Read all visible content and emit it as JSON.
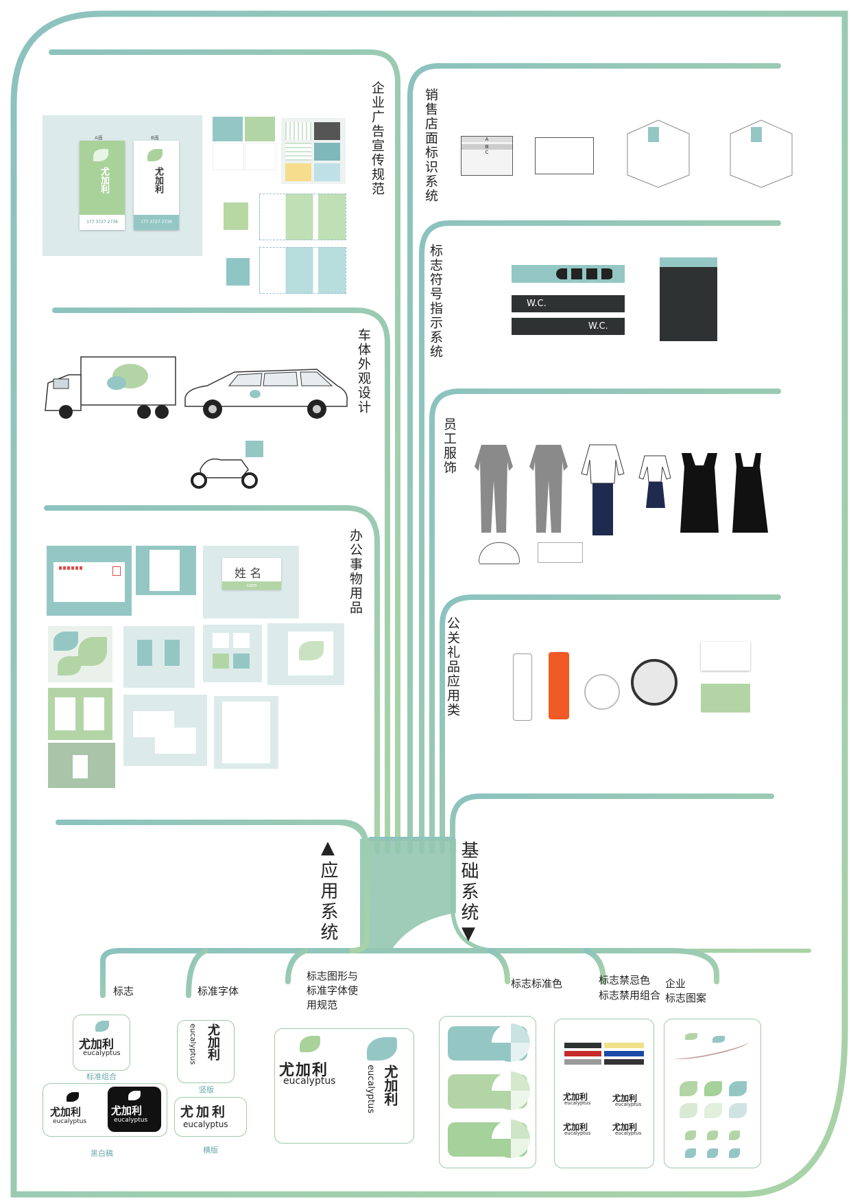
{
  "branches_top": {
    "ad": "企业广告宣传规范",
    "store": "销售店面标识系统",
    "vehicle": "车体外观设计",
    "sign": "标志符号指示系统",
    "uniform": "员工服饰",
    "office": "办公事物用品",
    "gift": "公关礼品应用类"
  },
  "trunk": {
    "application": "▲应用系统",
    "basic": "基础系统▼"
  },
  "basic_items": {
    "logo": "标志",
    "font": "标准字体",
    "rule_line1": "标志图形与",
    "rule_line2": "标准字体使",
    "rule_line3": "用规范",
    "color": "标志标准色",
    "forbid_line1": "标志禁忌色",
    "forbid_line2": "标志禁用组合",
    "pattern_line1": "企业",
    "pattern_line2": "标志图案"
  },
  "logo": {
    "cn": "尤加利",
    "en": "eucalyptus",
    "cn_small": "尤加利",
    "en_small": "eucalyptus"
  },
  "captions": {
    "standard_combo": "标准组合",
    "bw": "黑白稿",
    "vertical": "竖版",
    "horizontal": "横版"
  },
  "ad_cards": {
    "a_label": "A面",
    "b_label": "B面",
    "phone_a": "177 3727 2736",
    "phone_b": "177 3727 2736"
  },
  "store_sign": {
    "a": "A",
    "b": "B",
    "c": "C"
  },
  "wc": {
    "label1": "W.C.",
    "label2": "W.C."
  },
  "office": {
    "name_card": "姓 名",
    "name_sub": "com"
  },
  "colors": {
    "teal": "#94c7c4",
    "green": "#b3d5a6",
    "mint": "#dcebea",
    "line_start": "#8cc2bf",
    "line_end": "#a9d3a6"
  }
}
